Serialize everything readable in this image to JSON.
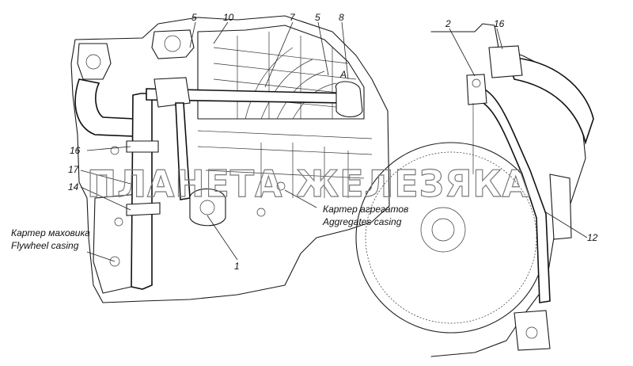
{
  "callouts_left": {
    "n5a": "5",
    "n10": "10",
    "n7": "7",
    "n5b": "5",
    "n8": "8",
    "nA": "A",
    "n16": "16",
    "n17": "17",
    "n14": "14",
    "n1": "1"
  },
  "callouts_right": {
    "n2": "2",
    "n16": "16",
    "n12": "12"
  },
  "labels": {
    "aggregates_ru": "Картер агрегатов",
    "aggregates_en": "Aggregates casing",
    "flywheel_ru": "Картер маховика",
    "flywheel_en": "Flywheel casing"
  },
  "watermark": "ПЛАНЕТА ЖЕЛЕЗЯКА"
}
